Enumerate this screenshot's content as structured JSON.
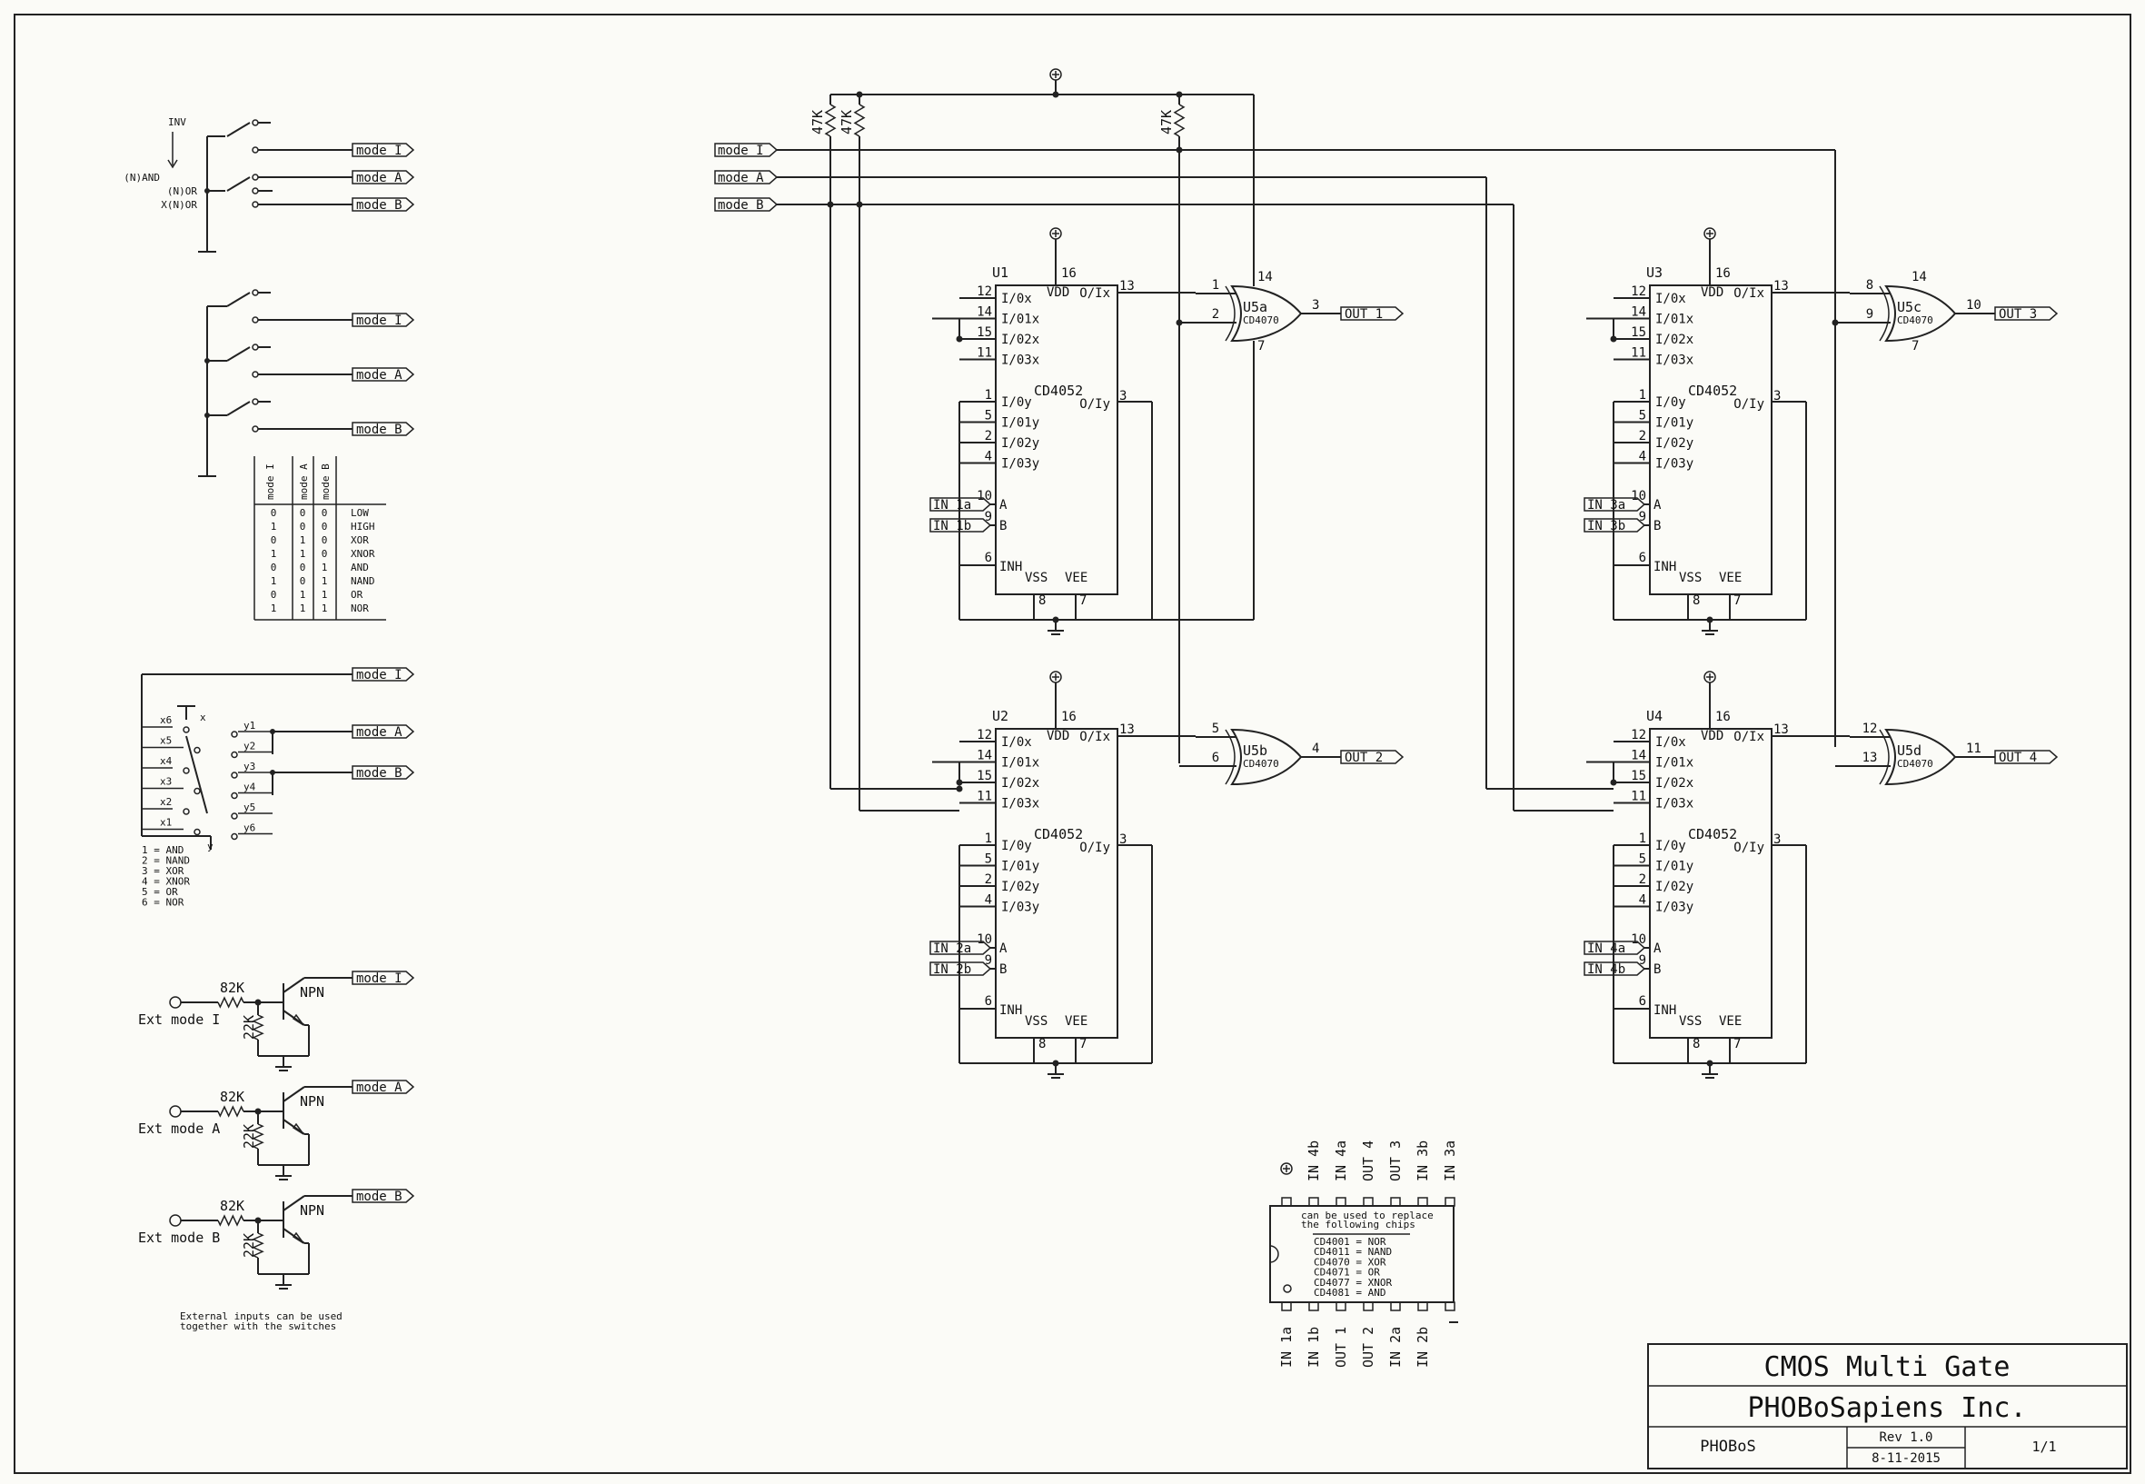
{
  "mode_labels": [
    "mode I",
    "mode A",
    "mode B"
  ],
  "switch_block": {
    "inv_label": "INV",
    "left_labels": [
      "(N)AND",
      "(N)OR",
      "X(N)OR"
    ]
  },
  "truth_table": {
    "headers": [
      "mode I",
      "mode A",
      "mode B"
    ],
    "rows": [
      {
        "i": "0",
        "a": "0",
        "b": "0",
        "fn": "LOW"
      },
      {
        "i": "1",
        "a": "0",
        "b": "0",
        "fn": "HIGH"
      },
      {
        "i": "0",
        "a": "1",
        "b": "0",
        "fn": "XOR"
      },
      {
        "i": "1",
        "a": "1",
        "b": "0",
        "fn": "XNOR"
      },
      {
        "i": "0",
        "a": "0",
        "b": "1",
        "fn": "AND"
      },
      {
        "i": "1",
        "a": "0",
        "b": "1",
        "fn": "NAND"
      },
      {
        "i": "0",
        "a": "1",
        "b": "1",
        "fn": "OR"
      },
      {
        "i": "1",
        "a": "1",
        "b": "1",
        "fn": "NOR"
      }
    ]
  },
  "rotary": {
    "x_labels": [
      "x6",
      "x5",
      "x4",
      "x3",
      "x2",
      "x1"
    ],
    "y_labels": [
      "y1",
      "y2",
      "y3",
      "y4",
      "y5",
      "y6"
    ],
    "x_mark": "x",
    "y_mark": "y",
    "legend": [
      "1 = AND",
      "2 = NAND",
      "3 = XOR",
      "4 = XNOR",
      "5 = OR",
      "6 = NOR"
    ]
  },
  "ext_inputs": {
    "labels": [
      "Ext mode I",
      "Ext mode A",
      "Ext mode B"
    ],
    "r_base": "82K",
    "r_pull": "22K",
    "transistor": "NPN",
    "note": [
      "External inputs can be used",
      "together with the switches"
    ]
  },
  "pullups": [
    "47K",
    "47K",
    "47K"
  ],
  "mux": {
    "part": "CD4052",
    "names": [
      "U1",
      "U2",
      "U3",
      "U4"
    ],
    "vdd": "VDD",
    "vss": "VSS",
    "vee": "VEE",
    "inh": "INH",
    "ox": "O/Ix",
    "oy": "O/Iy",
    "x_pins": [
      "I/0x",
      "I/01x",
      "I/02x",
      "I/03x"
    ],
    "y_pins": [
      "I/0y",
      "I/01y",
      "I/02y",
      "I/03y"
    ],
    "x_nums": [
      "12",
      "14",
      "15",
      "11"
    ],
    "y_nums": [
      "1",
      "5",
      "2",
      "4"
    ],
    "a": "A",
    "b": "B",
    "a_num": "10",
    "b_num": "9",
    "inh_num": "6",
    "vdd_num": "16",
    "vss_num": "8",
    "vee_num": "7",
    "ox_num": "13",
    "oy_num": "3",
    "inputs": [
      [
        "IN 1a",
        "IN 1b"
      ],
      [
        "IN 2a",
        "IN 2b"
      ],
      [
        "IN 3a",
        "IN 3b"
      ],
      [
        "IN 4a",
        "IN 4b"
      ]
    ]
  },
  "gates": {
    "part": "CD4070",
    "names": [
      "U5a",
      "U5b",
      "U5c",
      "U5d"
    ],
    "in_pins": [
      [
        "1",
        "2"
      ],
      [
        "5",
        "6"
      ],
      [
        "8",
        "9"
      ],
      [
        "12",
        "13"
      ]
    ],
    "out_pins": [
      "3",
      "4",
      "10",
      "11"
    ],
    "outputs": [
      "OUT 1",
      "OUT 2",
      "OUT 3",
      "OUT 4"
    ],
    "vdd_pin": "14",
    "gnd_pin": "7"
  },
  "dip": {
    "top_labels": [
      "IN 4b",
      "IN 4a",
      "OUT 4",
      "OUT 3",
      "IN 3b",
      "IN 3a"
    ],
    "bottom_labels": [
      "IN 1a",
      "IN 1b",
      "OUT 1",
      "OUT 2",
      "IN 2a",
      "IN 2b"
    ],
    "note": [
      "can be used to replace",
      "the following chips"
    ],
    "chips": [
      "CD4001 = NOR",
      "CD4011 = NAND",
      "CD4070 = XOR",
      "CD4071 = OR",
      "CD4077 = XNOR",
      "CD4081 = AND"
    ]
  },
  "title_block": {
    "title": "CMOS Multi Gate",
    "company": "PHOBoSapiens Inc.",
    "author": "PHOBoS",
    "rev": "Rev 1.0",
    "date": "8-11-2015",
    "sheet": "1/1"
  }
}
